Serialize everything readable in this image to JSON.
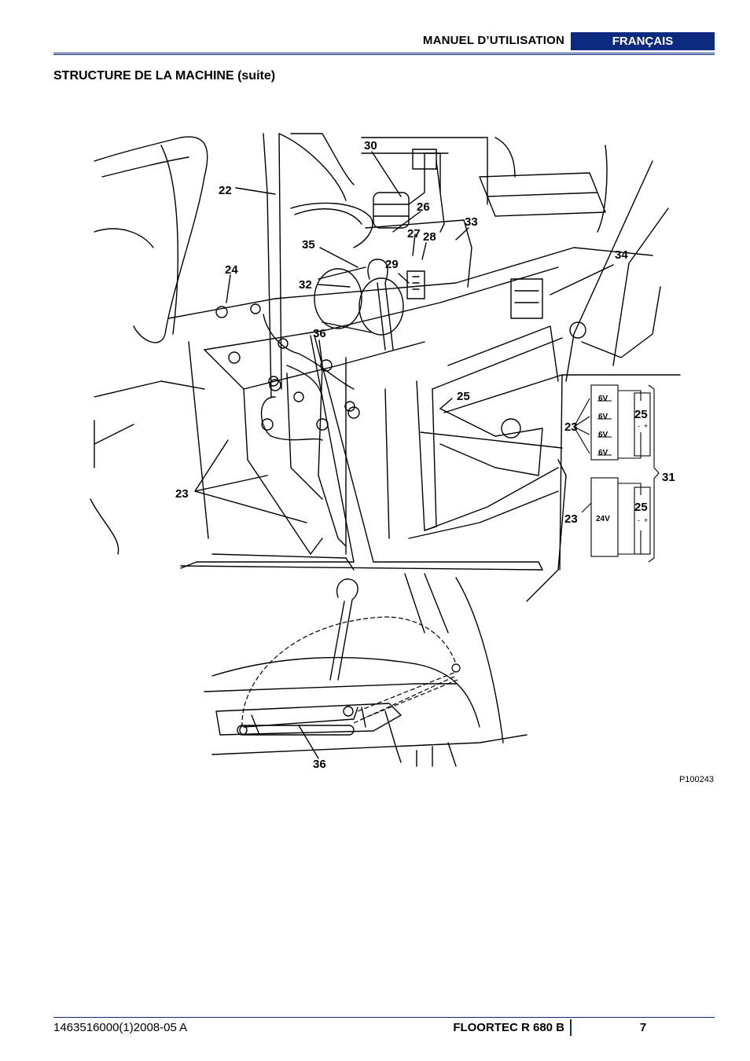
{
  "header": {
    "manual_title": "MANUEL D’UTILISATION",
    "language": "FRANÇAIS"
  },
  "section": {
    "title": "STRUCTURE DE LA MACHINE (suite)"
  },
  "figure": {
    "callouts": {
      "c22": "22",
      "c24": "24",
      "c30": "30",
      "c26": "26",
      "c27": "27",
      "c28": "28",
      "c33": "33",
      "c35": "35",
      "c29": "29",
      "c32": "32",
      "c34": "34",
      "c36": "36",
      "c25": "25",
      "c23a": "23",
      "c36b": "36"
    },
    "inset": {
      "label_23_top": "23",
      "label_25_top": "25",
      "label_31": "31",
      "label_23_bottom": "23",
      "label_25_bottom": "25",
      "voltage_6v": "6V",
      "voltage_24v": "24V",
      "plus": "+",
      "minus": "-"
    },
    "code": "P100243"
  },
  "footer": {
    "doc_number": "1463516000(1)2008-05 A",
    "product": "FLOORTEC R 680 B",
    "page": "7"
  }
}
